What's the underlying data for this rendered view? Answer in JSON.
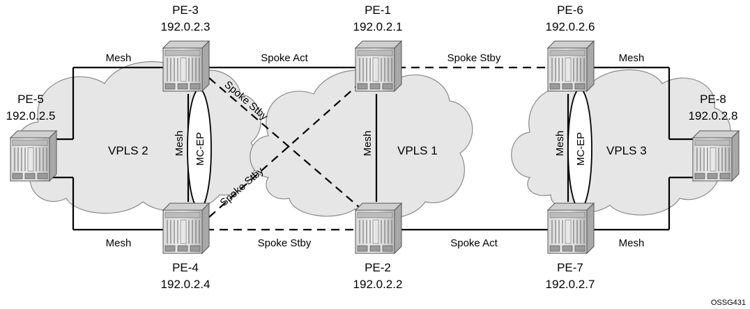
{
  "nodes": [
    {
      "id": "pe3",
      "name": "PE-3",
      "ip": "192.0.2.3"
    },
    {
      "id": "pe1",
      "name": "PE-1",
      "ip": "192.0.2.1"
    },
    {
      "id": "pe6",
      "name": "PE-6",
      "ip": "192.0.2.6"
    },
    {
      "id": "pe5",
      "name": "PE-5",
      "ip": "192.0.2.5"
    },
    {
      "id": "pe8",
      "name": "PE-8",
      "ip": "192.0.2.8"
    },
    {
      "id": "pe4",
      "name": "PE-4",
      "ip": "192.0.2.4"
    },
    {
      "id": "pe2",
      "name": "PE-2",
      "ip": "192.0.2.2"
    },
    {
      "id": "pe7",
      "name": "PE-7",
      "ip": "192.0.2.7"
    }
  ],
  "clouds": {
    "vpls2": "VPLS 2",
    "vpls1": "VPLS 1",
    "vpls3": "VPLS 3"
  },
  "mc_ep": {
    "left": "MC-EP",
    "right": "MC-EP"
  },
  "links": {
    "pe5_pe3_mesh": "Mesh",
    "pe5_pe4_mesh": "Mesh",
    "pe3_pe4_mesh": "Mesh",
    "pe1_pe2_mesh": "Mesh",
    "pe6_pe7_mesh": "Mesh",
    "pe6_pe8_mesh": "Mesh",
    "pe7_pe8_mesh": "Mesh",
    "pe3_pe1_spoke": "Spoke Act",
    "pe1_pe6_spoke": "Spoke Stby",
    "pe3_pe2_spoke": "Spoke Stby",
    "pe4_pe1_spoke": "Spoke Stby",
    "pe4_pe2_spoke": "Spoke Stby",
    "pe2_pe7_spoke": "Spoke Act"
  },
  "figure_id": "OSSG431"
}
